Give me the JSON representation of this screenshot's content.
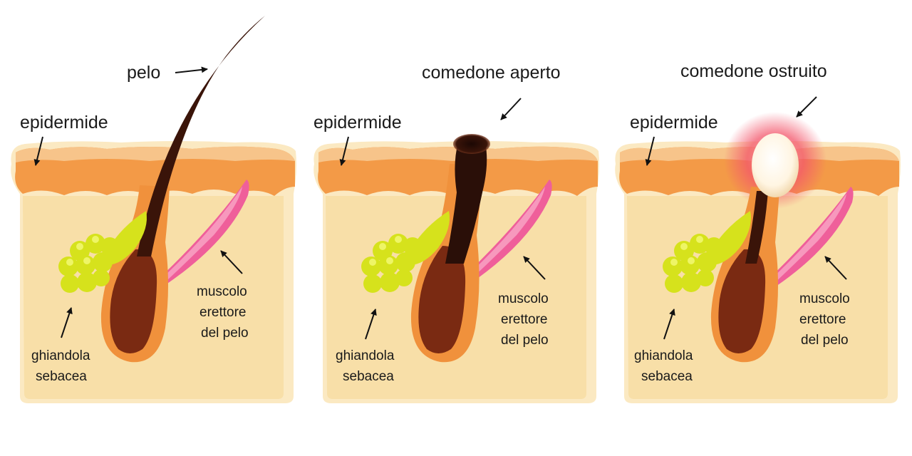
{
  "panels": [
    {
      "id": "normal",
      "labels": {
        "top": "pelo",
        "epidermis": "epidermide",
        "muscle": [
          "muscolo",
          "erettore",
          "del pelo"
        ],
        "gland": [
          "ghiandola",
          "sebacea"
        ]
      }
    },
    {
      "id": "open",
      "labels": {
        "top": "comedone aperto",
        "epidermis": "epidermide",
        "muscle": [
          "muscolo",
          "erettore",
          "del pelo"
        ],
        "gland": [
          "ghiandola",
          "sebacea"
        ]
      }
    },
    {
      "id": "closed",
      "labels": {
        "top": "comedone ostruito",
        "epidermis": "epidermide",
        "muscle": [
          "muscolo",
          "erettore",
          "del pelo"
        ],
        "gland": [
          "ghiandola",
          "sebacea"
        ]
      }
    }
  ],
  "colors": {
    "skin_base": "#f8dfa8",
    "skin_rim": "#fbe9c2",
    "epidermis": "#f39a47",
    "epidermis_top": "#f7c48a",
    "follicle": "#f0913c",
    "hair": "#3a1409",
    "hair_bulb": "#7a2a12",
    "muscle": "#ef5f9a",
    "muscle_light": "#f9a6c6",
    "gland": "#d6e21c",
    "gland_light": "#eef566",
    "plug_dark": "#2a0f08",
    "plug_white": "#fff8ea",
    "inflamed": "#f3566b",
    "arrow": "#111111"
  }
}
